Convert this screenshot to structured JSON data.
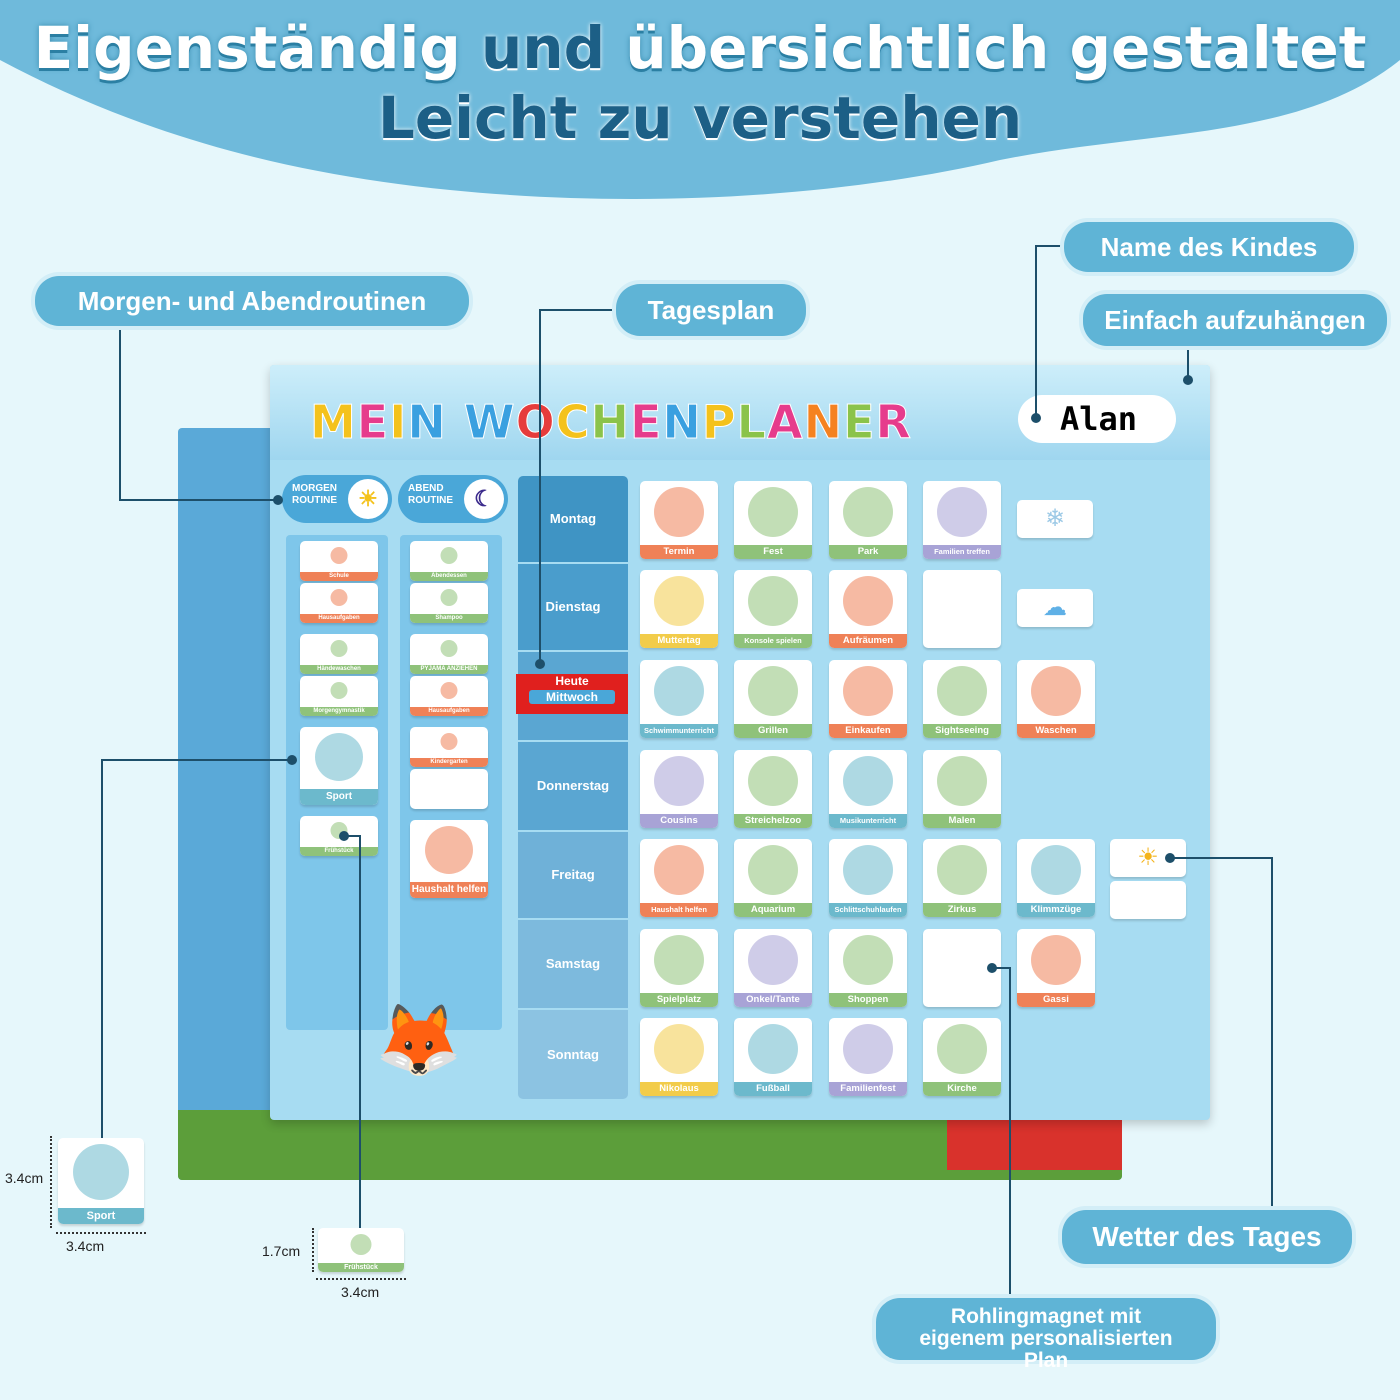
{
  "headline": {
    "line1_a": "Eigenständig",
    "line1_b": "und",
    "line1_c": "übersichtlich gestaltet",
    "line2": "Leicht zu verstehen"
  },
  "callouts": {
    "routines": "Morgen- und Abendroutinen",
    "daily_plan": "Tagesplan",
    "child_name": "Name des Kindes",
    "hang": "Einfach aufzuhängen",
    "weather": "Wetter des Tages",
    "blank_magnet": "Rohlingmagnet mit eigenem personalisierten Plan"
  },
  "board": {
    "title": "MEIN WOCHENPLANER",
    "title_colors": [
      "#f4c21c",
      "#e63c8c",
      "#f4c21c",
      "#3aa0e0",
      "#ffffff",
      "#3aa0e0",
      "#e63c8c",
      "#f4c21c",
      "#8bc34a",
      "#e63c8c",
      "#3aa0e0",
      "#f4c21c",
      "#8bc34a",
      "#e63c8c",
      "#f58220",
      "#8bc34a",
      "#e63c8c"
    ],
    "child_name": "Alan",
    "morning_header": "MORGEN ROUTINE",
    "evening_header": "ABEND ROUTINE",
    "today_label": "Heute",
    "days": [
      "Montag",
      "Dienstag",
      "Mittwoch",
      "Donnerstag",
      "Freitag",
      "Samstag",
      "Sonntag"
    ],
    "today_index": 2
  },
  "label_colors": {
    "o": "#ef8157",
    "g": "#8fc27a",
    "p": "#a8a3d6",
    "y": "#f2cc4a",
    "t": "#6cb9cc"
  },
  "morning": [
    {
      "label": "Schule",
      "c": "o",
      "size": "s"
    },
    {
      "label": "Hausaufgaben",
      "c": "o",
      "size": "s"
    },
    {
      "label": "Händewaschen",
      "c": "g",
      "size": "s"
    },
    {
      "label": "Morgengymnastik",
      "c": "g",
      "size": "s"
    },
    {
      "label": "Sport",
      "c": "t",
      "size": "l"
    },
    {
      "label": "Frühstück",
      "c": "g",
      "size": "s"
    }
  ],
  "evening": [
    {
      "label": "Abendessen",
      "c": "g",
      "size": "s"
    },
    {
      "label": "Shampoo",
      "c": "g",
      "size": "s"
    },
    {
      "label": "PYJAMA ANZIEHEN",
      "c": "g",
      "size": "s"
    },
    {
      "label": "Hausaufgaben",
      "c": "o",
      "size": "s"
    },
    {
      "label": "Kindergarten",
      "c": "o",
      "size": "s"
    },
    {
      "label": "",
      "c": "",
      "size": "s"
    },
    {
      "label": "Haushalt helfen",
      "c": "o",
      "size": "l"
    }
  ],
  "grid": [
    [
      {
        "label": "Termin",
        "c": "o"
      },
      {
        "label": "Fest",
        "c": "g"
      },
      {
        "label": "Park",
        "c": "g"
      },
      {
        "label": "Familien treffen",
        "c": "p"
      },
      {
        "weather": "snow"
      }
    ],
    [
      {
        "label": "Muttertag",
        "c": "y"
      },
      {
        "label": "Konsole spielen",
        "c": "g"
      },
      {
        "label": "Aufräumen",
        "c": "o"
      },
      {
        "blank": true
      },
      {
        "weather": "rain"
      }
    ],
    [
      {
        "label": "Schwimmunterricht",
        "c": "t"
      },
      {
        "label": "Grillen",
        "c": "g"
      },
      {
        "label": "Einkaufen",
        "c": "o"
      },
      {
        "label": "Sightseeing",
        "c": "g"
      },
      {
        "label": "Waschen",
        "c": "o"
      }
    ],
    [
      {
        "label": "Cousins",
        "c": "p"
      },
      {
        "label": "Streichelzoo",
        "c": "g"
      },
      {
        "label": "Musikunterricht",
        "c": "t"
      },
      {
        "label": "Malen",
        "c": "g"
      }
    ],
    [
      {
        "label": "Haushalt helfen",
        "c": "o"
      },
      {
        "label": "Aquarium",
        "c": "g"
      },
      {
        "label": "Schlittschuhlaufen",
        "c": "t"
      },
      {
        "label": "Zirkus",
        "c": "g"
      },
      {
        "label": "Klimmzüge",
        "c": "t"
      },
      {
        "weather": "sun"
      }
    ],
    [
      {
        "label": "Spielplatz",
        "c": "g"
      },
      {
        "label": "Onkel/Tante",
        "c": "p"
      },
      {
        "label": "Shoppen",
        "c": "g"
      },
      {
        "blank": true
      },
      {
        "label": "Gassi",
        "c": "o"
      }
    ],
    [
      {
        "label": "Nikolaus",
        "c": "y"
      },
      {
        "label": "Fußball",
        "c": "t"
      },
      {
        "label": "Familienfest",
        "c": "p"
      },
      {
        "label": "Kirche",
        "c": "g"
      }
    ]
  ],
  "samples": {
    "big": {
      "label": "Sport",
      "w": "3.4cm",
      "h": "3.4cm"
    },
    "small": {
      "label": "Frühstück",
      "w": "3.4cm",
      "h": "1.7cm"
    }
  }
}
